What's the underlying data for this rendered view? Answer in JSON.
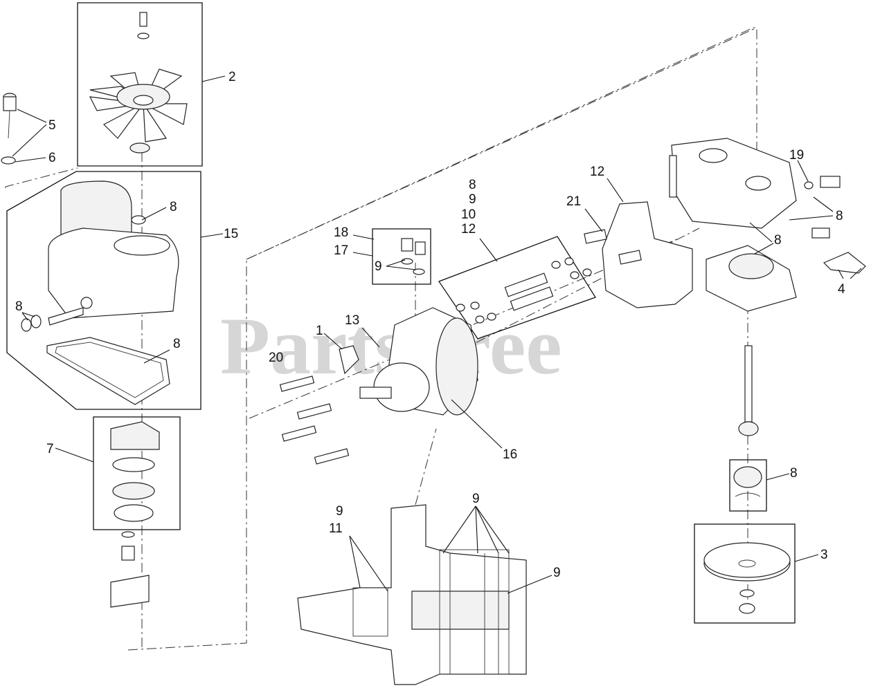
{
  "watermark": {
    "text": "PartsTree"
  },
  "labels": {
    "l2": "2",
    "l5": "5",
    "l6": "6",
    "l8_fanhousing": "8",
    "l15": "15",
    "l8_left_seals": "8",
    "l8_gasket": "8",
    "l7": "7",
    "l18": "18",
    "l17": "17",
    "l9_kit": "9",
    "l8_kit": "8",
    "l9_kit2": "9",
    "l10_kit": "10",
    "l12_kit": "12",
    "l12_housing": "12",
    "l21": "21",
    "l19": "19",
    "l8_fitting": "8",
    "l8_center": "8",
    "l4": "4",
    "l1": "1",
    "l13": "13",
    "l20": "20",
    "l16": "16",
    "l8_bearing": "8",
    "l3": "3",
    "l9_section_a": "9",
    "l11_section": "11",
    "l9_section_b": "9",
    "l9_section_c": "9"
  }
}
